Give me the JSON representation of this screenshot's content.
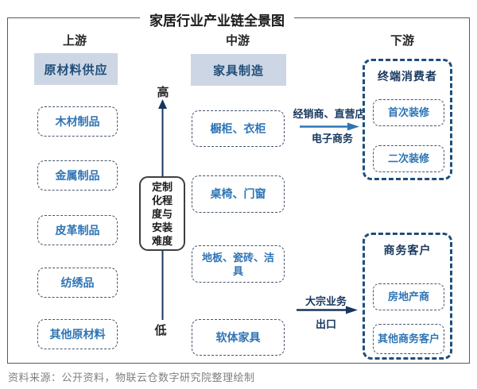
{
  "title": "家居行业产业链全景图",
  "columns": {
    "upstream_label": "上游",
    "midstream_label": "中游",
    "downstream_label": "下游"
  },
  "upstream": {
    "header": "原材料供应",
    "items": [
      "木材制品",
      "金属制品",
      "皮革制品",
      "纺绣品",
      "其他原材料"
    ]
  },
  "midstream": {
    "header": "家具制造",
    "items": [
      "橱柜、衣柜",
      "桌椅、门窗",
      "地板、瓷砖、洁具",
      "软体家具"
    ]
  },
  "downstream": {
    "groups": [
      {
        "header": "终端消费者",
        "items": [
          "首次装修",
          "二次装修"
        ]
      },
      {
        "header": "商务客户",
        "items": [
          "房地产商",
          "其他商务客户"
        ]
      }
    ]
  },
  "axis": {
    "high_label": "高",
    "low_label": "低",
    "box_label": "定制化程度与安装难度"
  },
  "flows": [
    {
      "label_above": "经销商、直营店",
      "label_below": "电子商务"
    },
    {
      "label_above": "大宗业务",
      "label_below": "出口"
    }
  ],
  "footer": "资料来源：公开资料，物联云仓数字研究院整理绘制",
  "colors": {
    "node_text_blue": "#2e74b5",
    "navy": "#17375e",
    "header_fill": "#ccd6e4",
    "header_text": "#1f4e79",
    "dashed_border": "#44546a",
    "frame_border": "#58595b",
    "flow_arrow_blue": "#2e75b6",
    "flow_arrow_navy": "#17375e",
    "footer_gray": "#7f7f7f"
  }
}
